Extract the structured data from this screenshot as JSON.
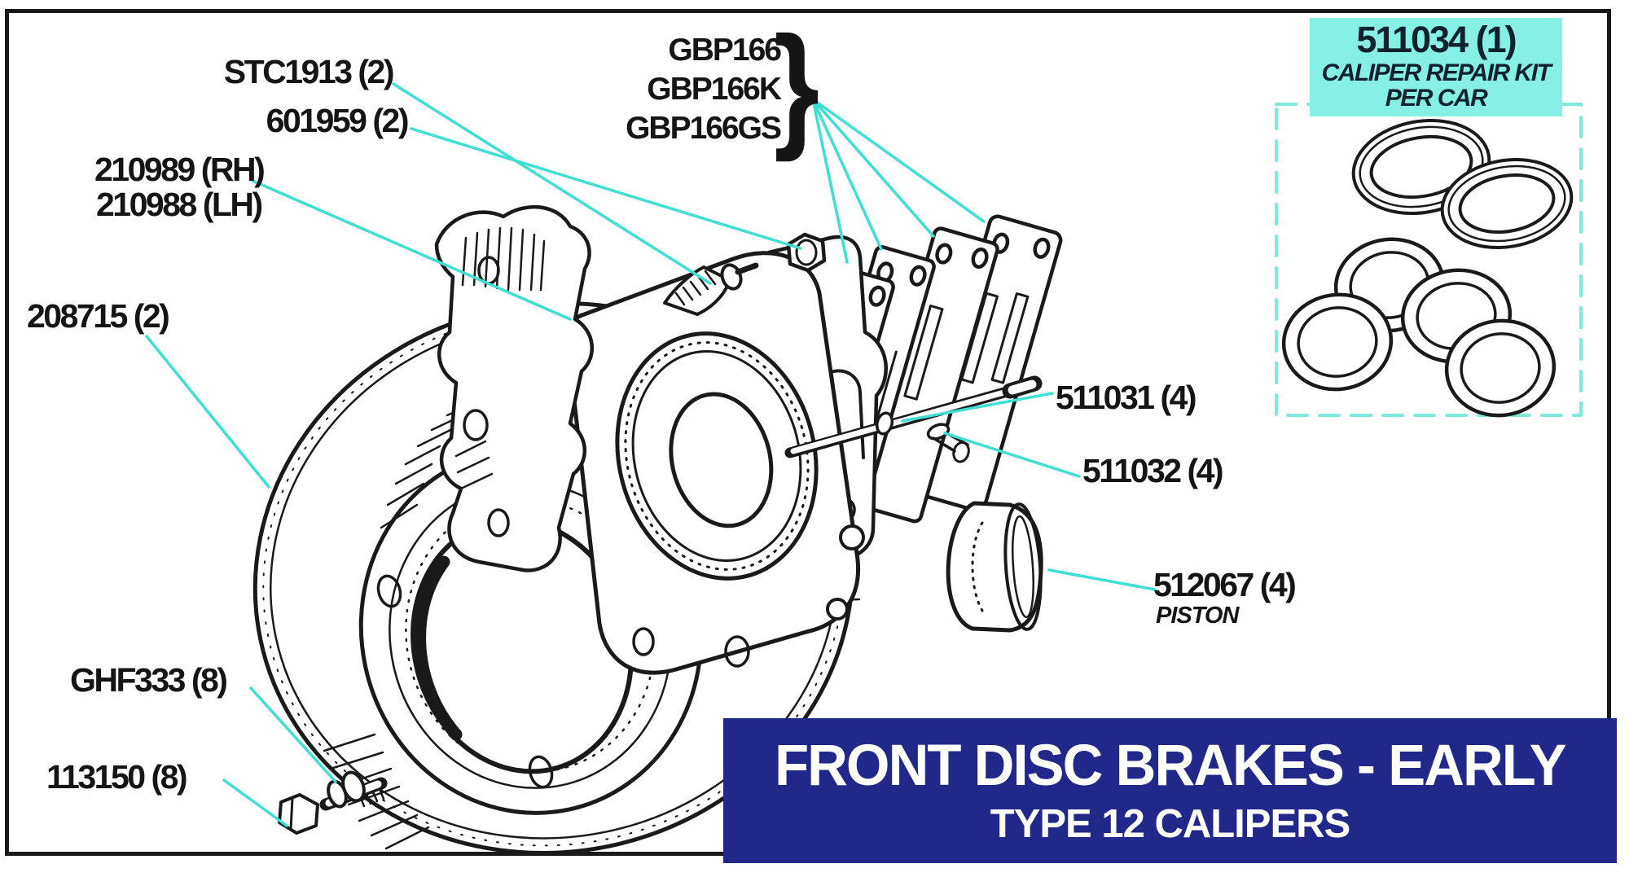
{
  "colors": {
    "leader_line": "#3fdfd3",
    "highlight_box": "#87f0e5",
    "dashed_box": "#7fe9dd",
    "banner_bg": "#22288a",
    "banner_text": "#ffffff",
    "ink": "#1a1a1a"
  },
  "repair_kit": {
    "part": "511034 (1)",
    "line1": "CALIPER REPAIR KIT",
    "line2": "PER CAR"
  },
  "pad_group": {
    "items": [
      "GBP166",
      "GBP166K",
      "GBP166GS"
    ],
    "brace": "}"
  },
  "labels": {
    "stc1913": {
      "text": "STC1913 (2)"
    },
    "n601959": {
      "text": "601959 (2)"
    },
    "n210989": {
      "text": "210989 (RH)"
    },
    "n210988": {
      "text": "210988 (LH)"
    },
    "n208715": {
      "text": "208715 (2)"
    },
    "n511031": {
      "text": "511031 (4)"
    },
    "n511032": {
      "text": "511032 (4)"
    },
    "n512067": {
      "text": "512067 (4)",
      "sub": "PISTON"
    },
    "ghf333": {
      "text": "GHF333 (8)"
    },
    "n113150": {
      "text": "113150 (8)"
    }
  },
  "banner": {
    "title": "FRONT DISC BRAKES - EARLY",
    "subtitle": "TYPE 12 CALIPERS"
  }
}
